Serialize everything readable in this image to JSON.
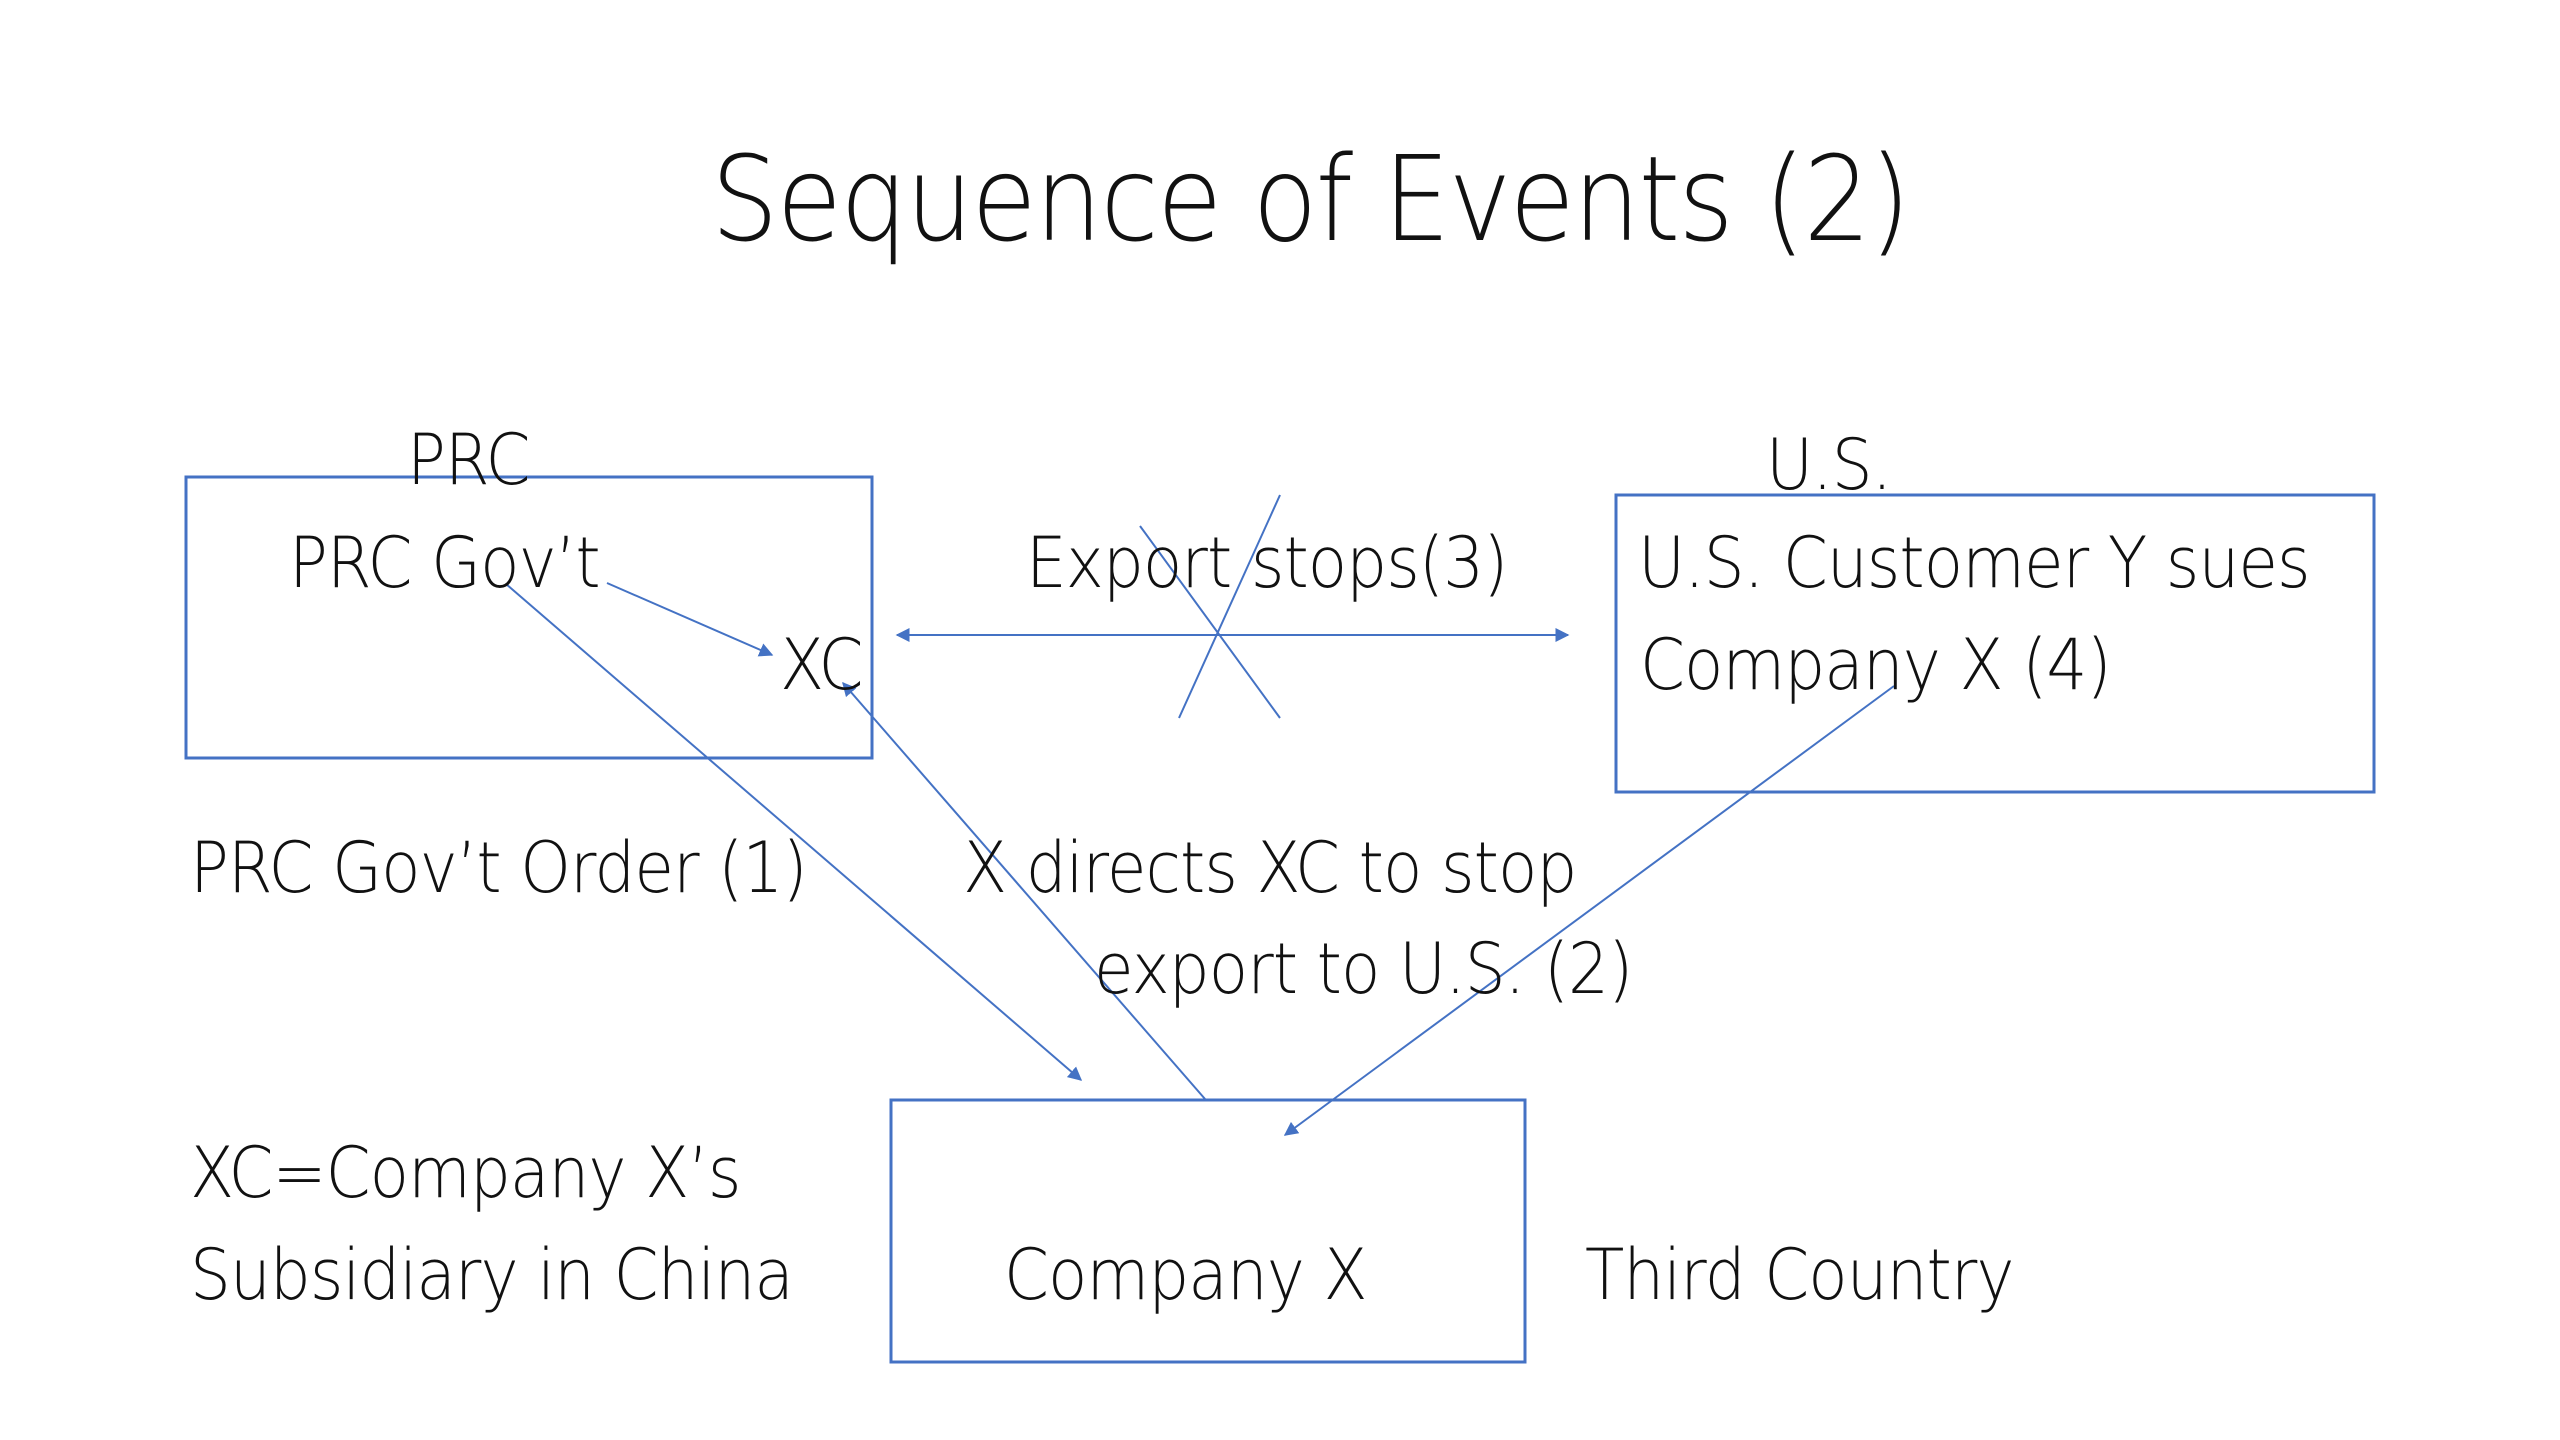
{
  "slide": {
    "title": "Sequence of Events (2)"
  },
  "regions": {
    "prc": "PRC",
    "us": "U.S.",
    "third_country": "Third Country"
  },
  "nodes": {
    "prc_gov": "PRC Gov’t",
    "xc": "XC",
    "us_customer_line1": "U.S. Customer Y sues",
    "us_customer_line2": "Company X (4)",
    "company_x": "Company X"
  },
  "edges": {
    "export_stops": "Export stops(3)",
    "gov_order": "PRC Gov’t Order (1)",
    "x_directs_line1": "X directs XC to stop",
    "x_directs_line2": "export to U.S. (2)"
  },
  "legend": {
    "line1": "XC=Company X’s",
    "line2": "Subsidiary in China"
  },
  "colors": {
    "connector": "#4472c4",
    "text": "#111111",
    "background": "#ffffff"
  }
}
